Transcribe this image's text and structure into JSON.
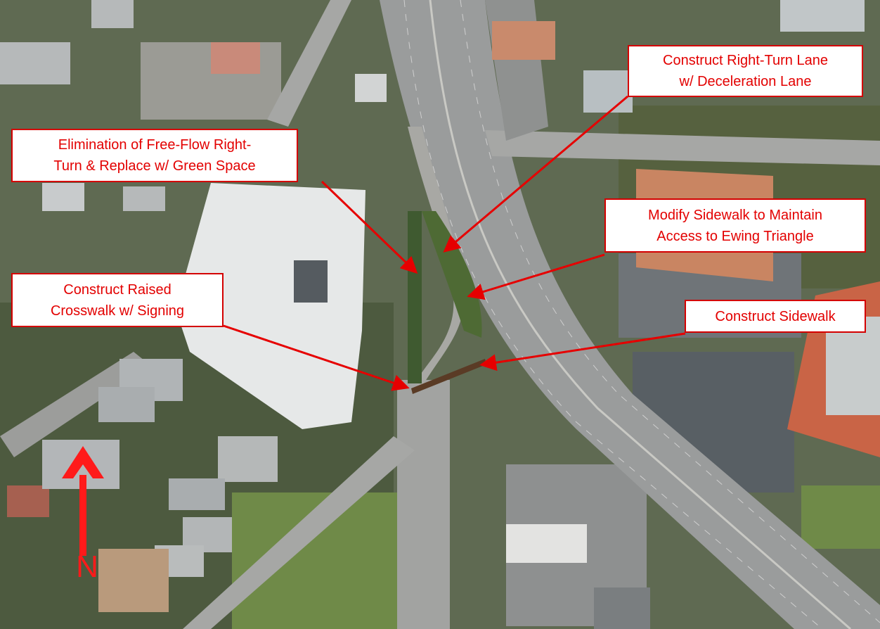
{
  "annotations": {
    "right_turn_lane": {
      "line1": "Construct Right-Turn Lane",
      "line2": "w/ Deceleration Lane"
    },
    "free_flow": {
      "line1": "Elimination of Free-Flow Right-",
      "line2": "Turn & Replace w/ Green Space"
    },
    "sidewalk_modify": {
      "line1": "Modify Sidewalk to Maintain",
      "line2": "Access to Ewing Triangle"
    },
    "crosswalk": {
      "line1": "Construct Raised",
      "line2": "Crosswalk w/ Signing"
    },
    "sidewalk": {
      "line1": "Construct Sidewalk"
    }
  },
  "north_arrow": {
    "label": "N"
  },
  "colors": {
    "callout_text": "#e30000",
    "callout_border": "#d40000",
    "arrow": "#e60000",
    "north": "#ff1a1a"
  }
}
